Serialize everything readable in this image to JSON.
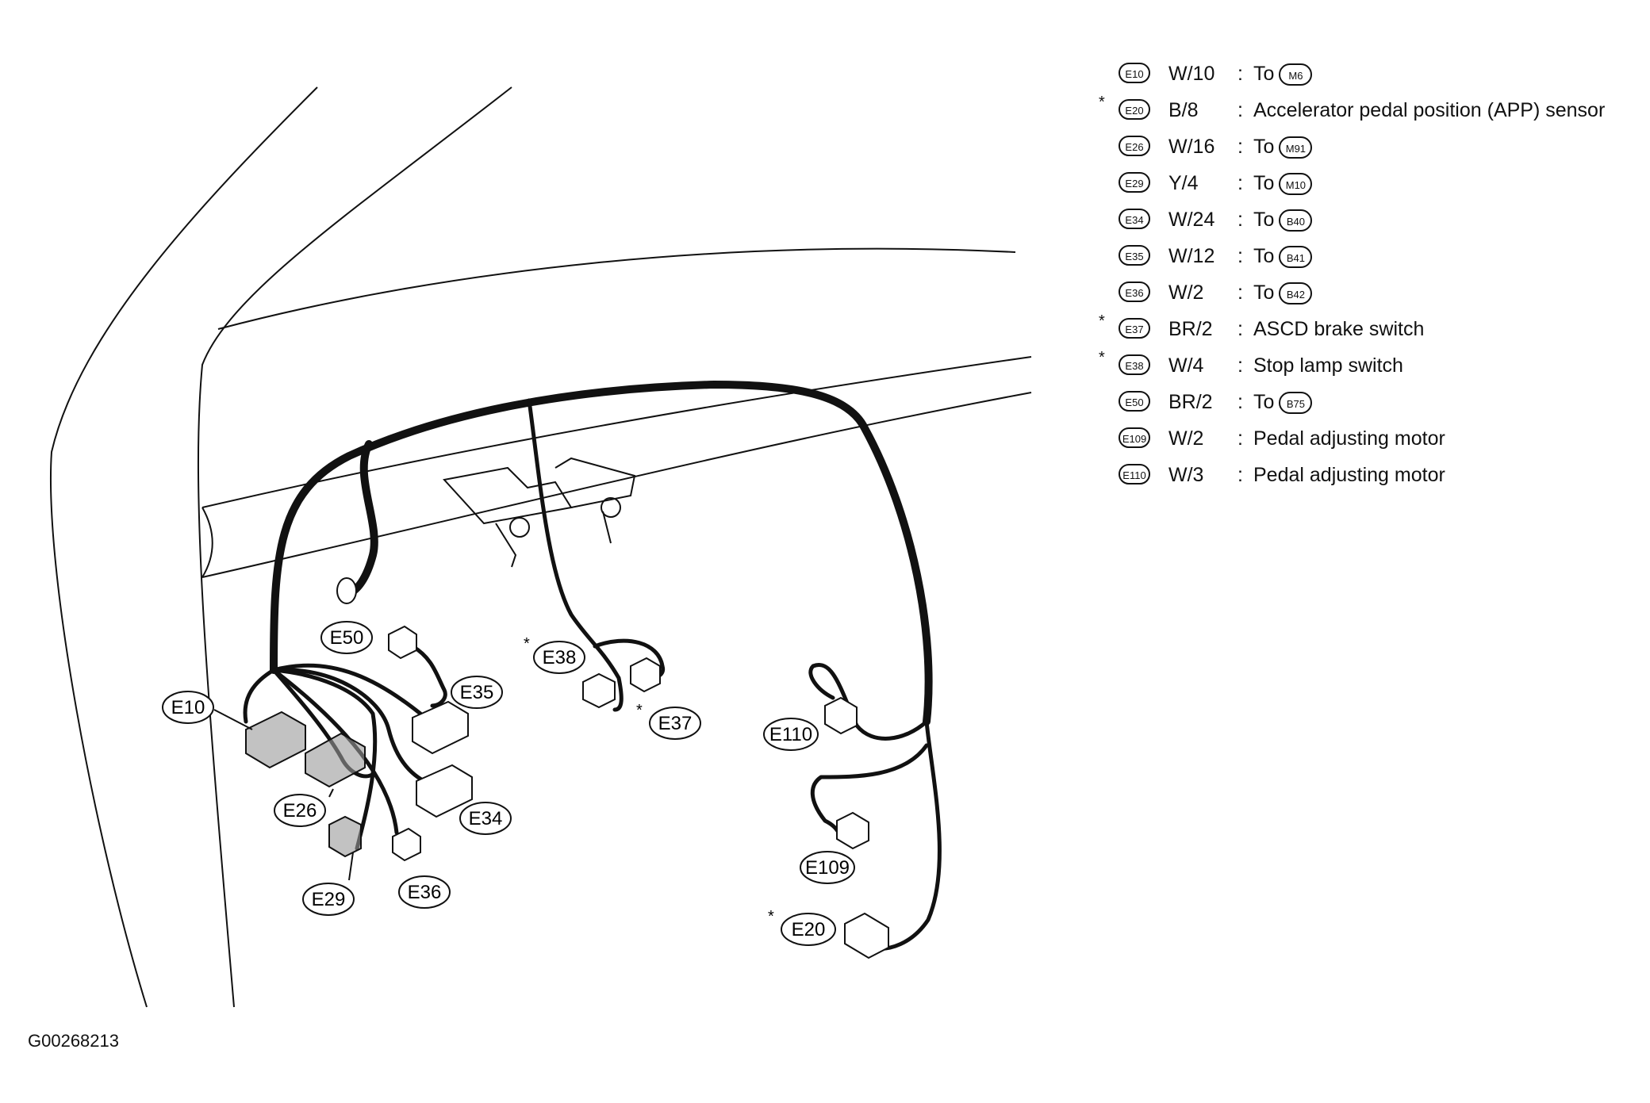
{
  "legend": [
    {
      "star": "",
      "code": "E10",
      "wire": "W/10",
      "desc": "To",
      "ref": "M6"
    },
    {
      "star": "*",
      "code": "E20",
      "wire": "B/8",
      "desc": "Accelerator pedal position (APP) sensor",
      "ref": ""
    },
    {
      "star": "",
      "code": "E26",
      "wire": "W/16",
      "desc": "To",
      "ref": "M91"
    },
    {
      "star": "",
      "code": "E29",
      "wire": "Y/4",
      "desc": "To",
      "ref": "M10"
    },
    {
      "star": "",
      "code": "E34",
      "wire": "W/24",
      "desc": "To",
      "ref": "B40"
    },
    {
      "star": "",
      "code": "E35",
      "wire": "W/12",
      "desc": "To",
      "ref": "B41"
    },
    {
      "star": "",
      "code": "E36",
      "wire": "W/2",
      "desc": "To",
      "ref": "B42"
    },
    {
      "star": "*",
      "code": "E37",
      "wire": "BR/2",
      "desc": "ASCD brake switch",
      "ref": ""
    },
    {
      "star": "*",
      "code": "E38",
      "wire": "W/4",
      "desc": "Stop lamp switch",
      "ref": ""
    },
    {
      "star": "",
      "code": "E50",
      "wire": "BR/2",
      "desc": "To",
      "ref": "B75"
    },
    {
      "star": "",
      "code": "E109",
      "wire": "W/2",
      "desc": "Pedal adjusting motor",
      "ref": ""
    },
    {
      "star": "",
      "code": "E110",
      "wire": "W/3",
      "desc": "Pedal adjusting motor",
      "ref": ""
    }
  ],
  "callouts": {
    "e10": "E10",
    "e20": "E20",
    "e26": "E26",
    "e29": "E29",
    "e34": "E34",
    "e35": "E35",
    "e36": "E36",
    "e37": "E37",
    "e38": "E38",
    "e50": "E50",
    "e109": "E109",
    "e110": "E110",
    "star": "*"
  },
  "figure_code": "G00268213"
}
